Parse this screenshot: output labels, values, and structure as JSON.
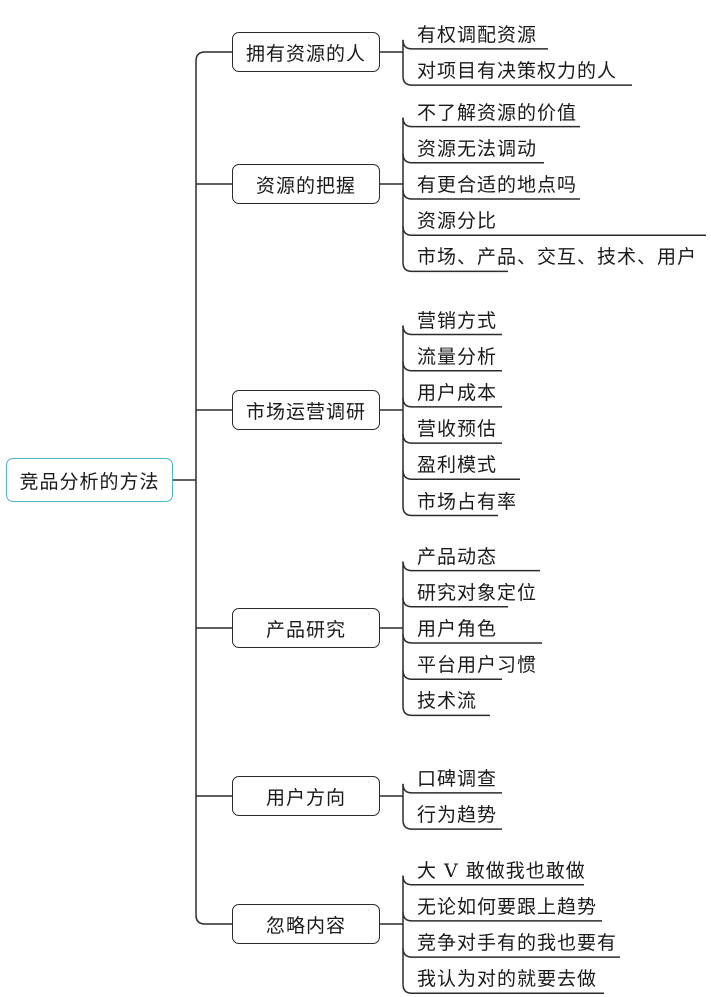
{
  "root": "竞品分析的方法",
  "branches": [
    {
      "label": "拥有资源的人",
      "items": [
        "有权调配资源",
        "对项目有决策权力的人"
      ]
    },
    {
      "label": "资源的把握",
      "items": [
        "不了解资源的价值",
        "资源无法调动",
        "有更合适的地点吗",
        "资源分比",
        "市场、产品、交互、技术、用户"
      ]
    },
    {
      "label": "市场运营调研",
      "items": [
        "营销方式",
        "流量分析",
        "用户成本",
        "营收预估",
        "盈利模式",
        "市场占有率"
      ]
    },
    {
      "label": "产品研究",
      "items": [
        "产品动态",
        "研究对象定位",
        "用户角色",
        "平台用户习惯",
        "技术流"
      ]
    },
    {
      "label": "用户方向",
      "items": [
        "口碑调查",
        "行为趋势"
      ]
    },
    {
      "label": "忽略内容",
      "items": [
        "大 V 敢做我也敢做",
        "无论如何要跟上趋势",
        "竞争对手有的我也要有",
        "我认为对的就要去做"
      ]
    }
  ],
  "colors": {
    "root_border": "#4db6c8",
    "line": "#2b2b2b"
  }
}
